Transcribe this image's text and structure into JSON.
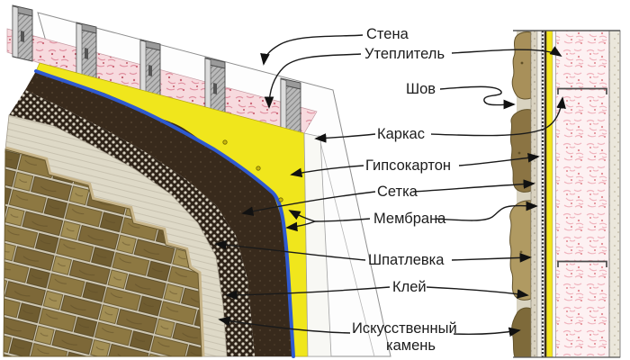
{
  "diagram": {
    "type": "wall-cladding-layers-diagram",
    "labels": {
      "wall": "Стена",
      "insulation": "Утеплитель",
      "seam": "Шов",
      "frame": "Каркас",
      "drywall": "Гипсокартон",
      "mesh": "Сетка",
      "membrane": "Мембрана",
      "putty": "Шпатлевка",
      "glue": "Клей",
      "stone_line1": "Искусственный",
      "stone_line2": "камень"
    },
    "colors": {
      "drywall_yellow": "#f0e61c",
      "membrane_edge_blue": "#2f5ad0",
      "membrane_dark": "#382a1c",
      "insulation_pink": "#f7dade",
      "stone_brown": "#8d7842",
      "putty_beige": "#ded9c7",
      "leader_line": "#1a1a1a"
    },
    "views": {
      "left": "3d-exploded-wall",
      "right": "vertical-cross-section"
    }
  }
}
